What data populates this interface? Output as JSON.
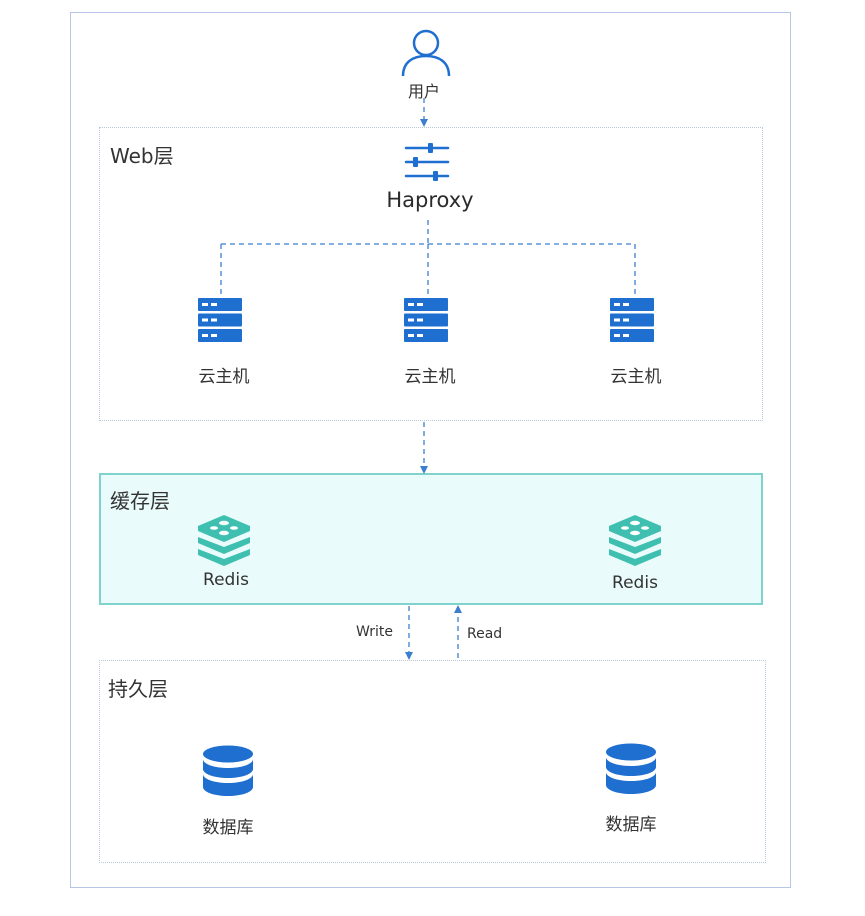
{
  "user": {
    "label": "用户",
    "icon": "user-icon"
  },
  "web_layer": {
    "title": "Web层",
    "haproxy": {
      "label": "Haproxy",
      "icon": "sliders-icon"
    },
    "hosts": [
      {
        "label": "云主机",
        "icon": "server-icon"
      },
      {
        "label": "云主机",
        "icon": "server-icon"
      },
      {
        "label": "云主机",
        "icon": "server-icon"
      }
    ]
  },
  "cache_layer": {
    "title": "缓存层",
    "nodes": [
      {
        "label": "Redis",
        "icon": "redis-icon"
      },
      {
        "label": "Redis",
        "icon": "redis-icon"
      }
    ]
  },
  "flows": {
    "write": "Write",
    "read": "Read"
  },
  "persist_layer": {
    "title": "持久层",
    "databases": [
      {
        "label": "数据库",
        "icon": "database-icon"
      },
      {
        "label": "数据库",
        "icon": "database-icon"
      }
    ]
  },
  "colors": {
    "icon_blue": "#1e6fd0",
    "redis_teal": "#3fbfb0",
    "connector": "#3d7fcf",
    "cache_fill": "#e9fbfa",
    "cache_border": "#7fd3cc"
  }
}
